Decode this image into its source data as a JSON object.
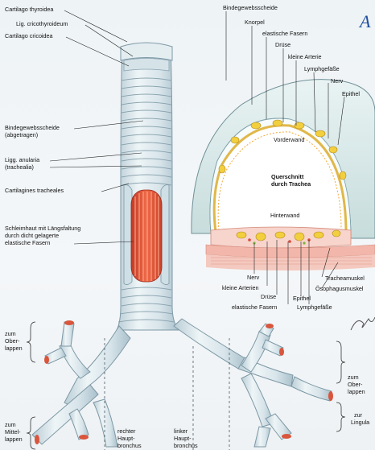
{
  "labels": {
    "cartilago_thyroidea": "Cartilago thyroidea",
    "lig_cricothyroideum": "Lig. cricothyroideum",
    "cartilago_cricoidea": "Cartilago cricoidea",
    "bindegewebsscheide_left_1": "Bindegewebsscheide",
    "bindegewebsscheide_left_2": "(abgetragen)",
    "ligg_anularia_1": "Ligg. anularia",
    "ligg_anularia_2": "(trachealia)",
    "cartilagines_tracheales": "Cartilagines tracheales",
    "schleimhaut_1": "Schleimhaut mit Längsfaltung",
    "schleimhaut_2": "durch dicht gelagerte",
    "schleimhaut_3": "elastische Fasern",
    "zum_oberlappen_left_1": "zum",
    "zum_oberlappen_left_2": "Ober-",
    "zum_oberlappen_left_3": "lappen",
    "zum_mittellappen_1": "zum",
    "zum_mittellappen_2": "Mittel-",
    "zum_mittellappen_3": "lappen",
    "rechter_1": "rechter",
    "rechter_2": "Haupt-",
    "rechter_3": "bronchus",
    "linker_1": "linker",
    "linker_2": "Haupt-",
    "linker_3": "bronchus",
    "bindegewebsscheide_right": "Bindegewebsscheide",
    "knorpel": "Knorpel",
    "elastische_fasern_top": "elastische Fasern",
    "druese_top": "Drüse",
    "kleine_arterie_top": "kleine Arterie",
    "lymphgefaesse_top": "Lymphgefäße",
    "nerv_top": "Nerv",
    "epithel_top": "Epithel",
    "vorderwand": "Vorderwand",
    "querschnitt_1": "Querschnitt",
    "querschnitt_2": "durch Trachea",
    "hinterwand": "Hinterwand",
    "nerv_bottom": "Nerv",
    "kleine_arterien_bottom": "kleine Arterien",
    "druese_bottom": "Drüse",
    "epithel_bottom": "Epithel",
    "elastische_fasern_bottom": "elastische Fasern",
    "lymphgefaesse_bottom": "Lymphgefäße",
    "tracheamuskel": "Tracheamuskel",
    "oesophagusmuskel": "Ösophagusmuskel",
    "zum_oberlappen_right_1": "zum",
    "zum_oberlappen_right_2": "Ober-",
    "zum_oberlappen_right_3": "lappen",
    "zur_lingula_1": "zur",
    "zur_lingula_2": "Lingula"
  },
  "corner_glyph": "A",
  "signature": "F. Netter",
  "colors": {
    "trachea_fill": "#dfe9ee",
    "trachea_ring": "#b7cad3",
    "cartilage_ring": "#d6e6ea",
    "mucosa_red": "#e2513a",
    "mucosa_stripe": "#f38f6e",
    "cross_section_outer": "#cfe3df",
    "gland_yellow": "#f2cf3e",
    "muscle_pink": "#f4c8bd",
    "nerve_green": "#7fb23c"
  }
}
